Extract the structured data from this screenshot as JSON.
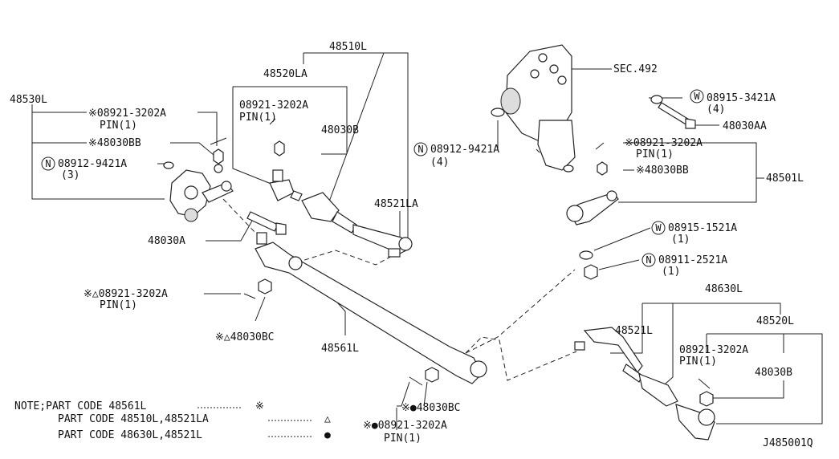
{
  "labels": {
    "l48510L": "48510L",
    "l48520LA": "48520LA",
    "l48530L": "48530L",
    "pinA": "※08921-3202A",
    "pinA_sub": "PIN(1)",
    "bb1": "※48030BB",
    "n_top": "08912-9421A",
    "n_top_qty": "(3)",
    "c08921": "08921-3202A",
    "c08921_pin": "PIN(1)",
    "c48030B": "48030B",
    "l48521LA": "48521LA",
    "l48030A": "48030A",
    "tri_pin": "※△08921-3202A",
    "tri_pin_sub": "PIN(1)",
    "tri_bc": "※△48030BC",
    "l48561L": "48561L",
    "sec": "SEC.492",
    "w_top": "08915-3421A",
    "w_top_qty": "(4)",
    "l48030AA": "48030AA",
    "n_mid": "08912-9421A",
    "n_mid_qty": "(4)",
    "r_pin": "※08921-3202A",
    "r_pin_sub": "PIN(1)",
    "bb2": "※48030BB",
    "l48501L": "48501L",
    "w_mid": "08915-1521A",
    "w_mid_qty": "(1)",
    "n_low": "08911-2521A",
    "n_low_qty": "(1)",
    "l48630L": "48630L",
    "l48521L": "48521L",
    "l48520L": "48520L",
    "br_pin": "08921-3202A",
    "br_pin_sub": "PIN(1)",
    "br_48030B": "48030B",
    "dot_bc": "※●48030BC",
    "dot_pin": "※●08921-3202A",
    "dot_pin_sub": "PIN(1)",
    "diagram_id": "J485001Q"
  },
  "notes": {
    "line1_prefix": "NOTE;PART CODE 48561L",
    "line1_sym": "※",
    "line2_prefix": "PART CODE 48510L,48521LA",
    "line2_sym": "△",
    "line3_prefix": "PART CODE 48630L,48521L",
    "line3_sym": "●"
  },
  "circle_marks": {
    "n": "N",
    "w": "W"
  }
}
